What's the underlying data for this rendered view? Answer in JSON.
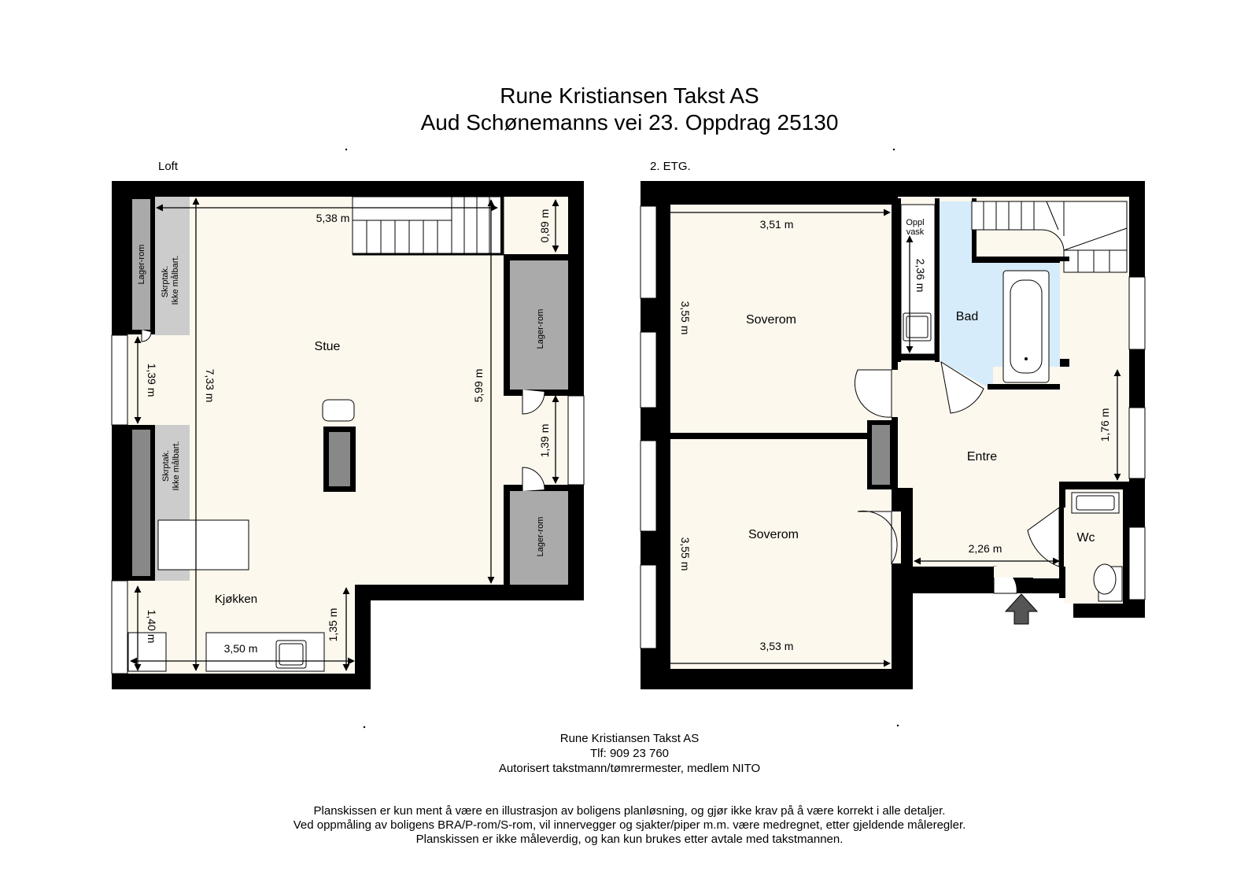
{
  "header": {
    "company": "Rune Kristiansen Takst AS",
    "address": "Aud Schønemanns vei 23. Oppdrag 25130"
  },
  "floors": {
    "loft": {
      "label": "Loft",
      "rooms": {
        "stue": "Stue",
        "kjokken": "Kjøkken",
        "lager_left": "Lager-rom",
        "lager_right_top": "Lager-rom",
        "lager_right_bottom": "Lager-rom",
        "skrptak_top_1": "Skrptak.",
        "skrptak_top_2": "Ikke målbart.",
        "skrptak_bottom_1": "Skrptak.",
        "skrptak_bottom_2": "Ikke målbart."
      },
      "dims": {
        "d538": "5,38 m",
        "d089": "0,89 m",
        "d733": "7,33 m",
        "d599": "5,99 m",
        "d139_left": "1,39 m",
        "d139_right": "1,39 m",
        "d140": "1,40 m",
        "d350": "3,50 m",
        "d135": "1,35 m"
      }
    },
    "etg2": {
      "label": "2. ETG.",
      "rooms": {
        "soverom_top": "Soverom",
        "soverom_bottom": "Soverom",
        "bad": "Bad",
        "entre": "Entre",
        "wc": "Wc",
        "oppl_1": "Oppl",
        "oppl_2": "vask"
      },
      "dims": {
        "d351": "3,51 m",
        "d355_top": "3,55 m",
        "d355_bottom": "3,55 m",
        "d353": "3,53 m",
        "d236": "2,36 m",
        "d176": "1,76 m",
        "d226": "2,26 m"
      }
    }
  },
  "footer": {
    "company": "Rune Kristiansen Takst AS",
    "phone": "Tlf: 909 23 760",
    "cert": "Autorisert takstmann/tømrermester, medlem NITO",
    "disclaimer_1": "Planskissen er kun ment å være en illustrasjon av boligens planløsning, og gjør ikke krav på å være korrekt i alle detaljer.",
    "disclaimer_2": "Ved oppmåling av boligens BRA/P-rom/S-rom, vil innervegger og sjakter/piper m.m. være medregnet, etter gjeldende måleregler.",
    "disclaimer_3": "Planskissen er ikke måleverdig, og kan kun brukes etter avtale med takstmannen."
  },
  "colors": {
    "wall": "#000000",
    "floor": "#fdf8ee",
    "storage": "#aaaaaa",
    "bathroom": "#d6ecfb",
    "furniture": "#888888"
  }
}
